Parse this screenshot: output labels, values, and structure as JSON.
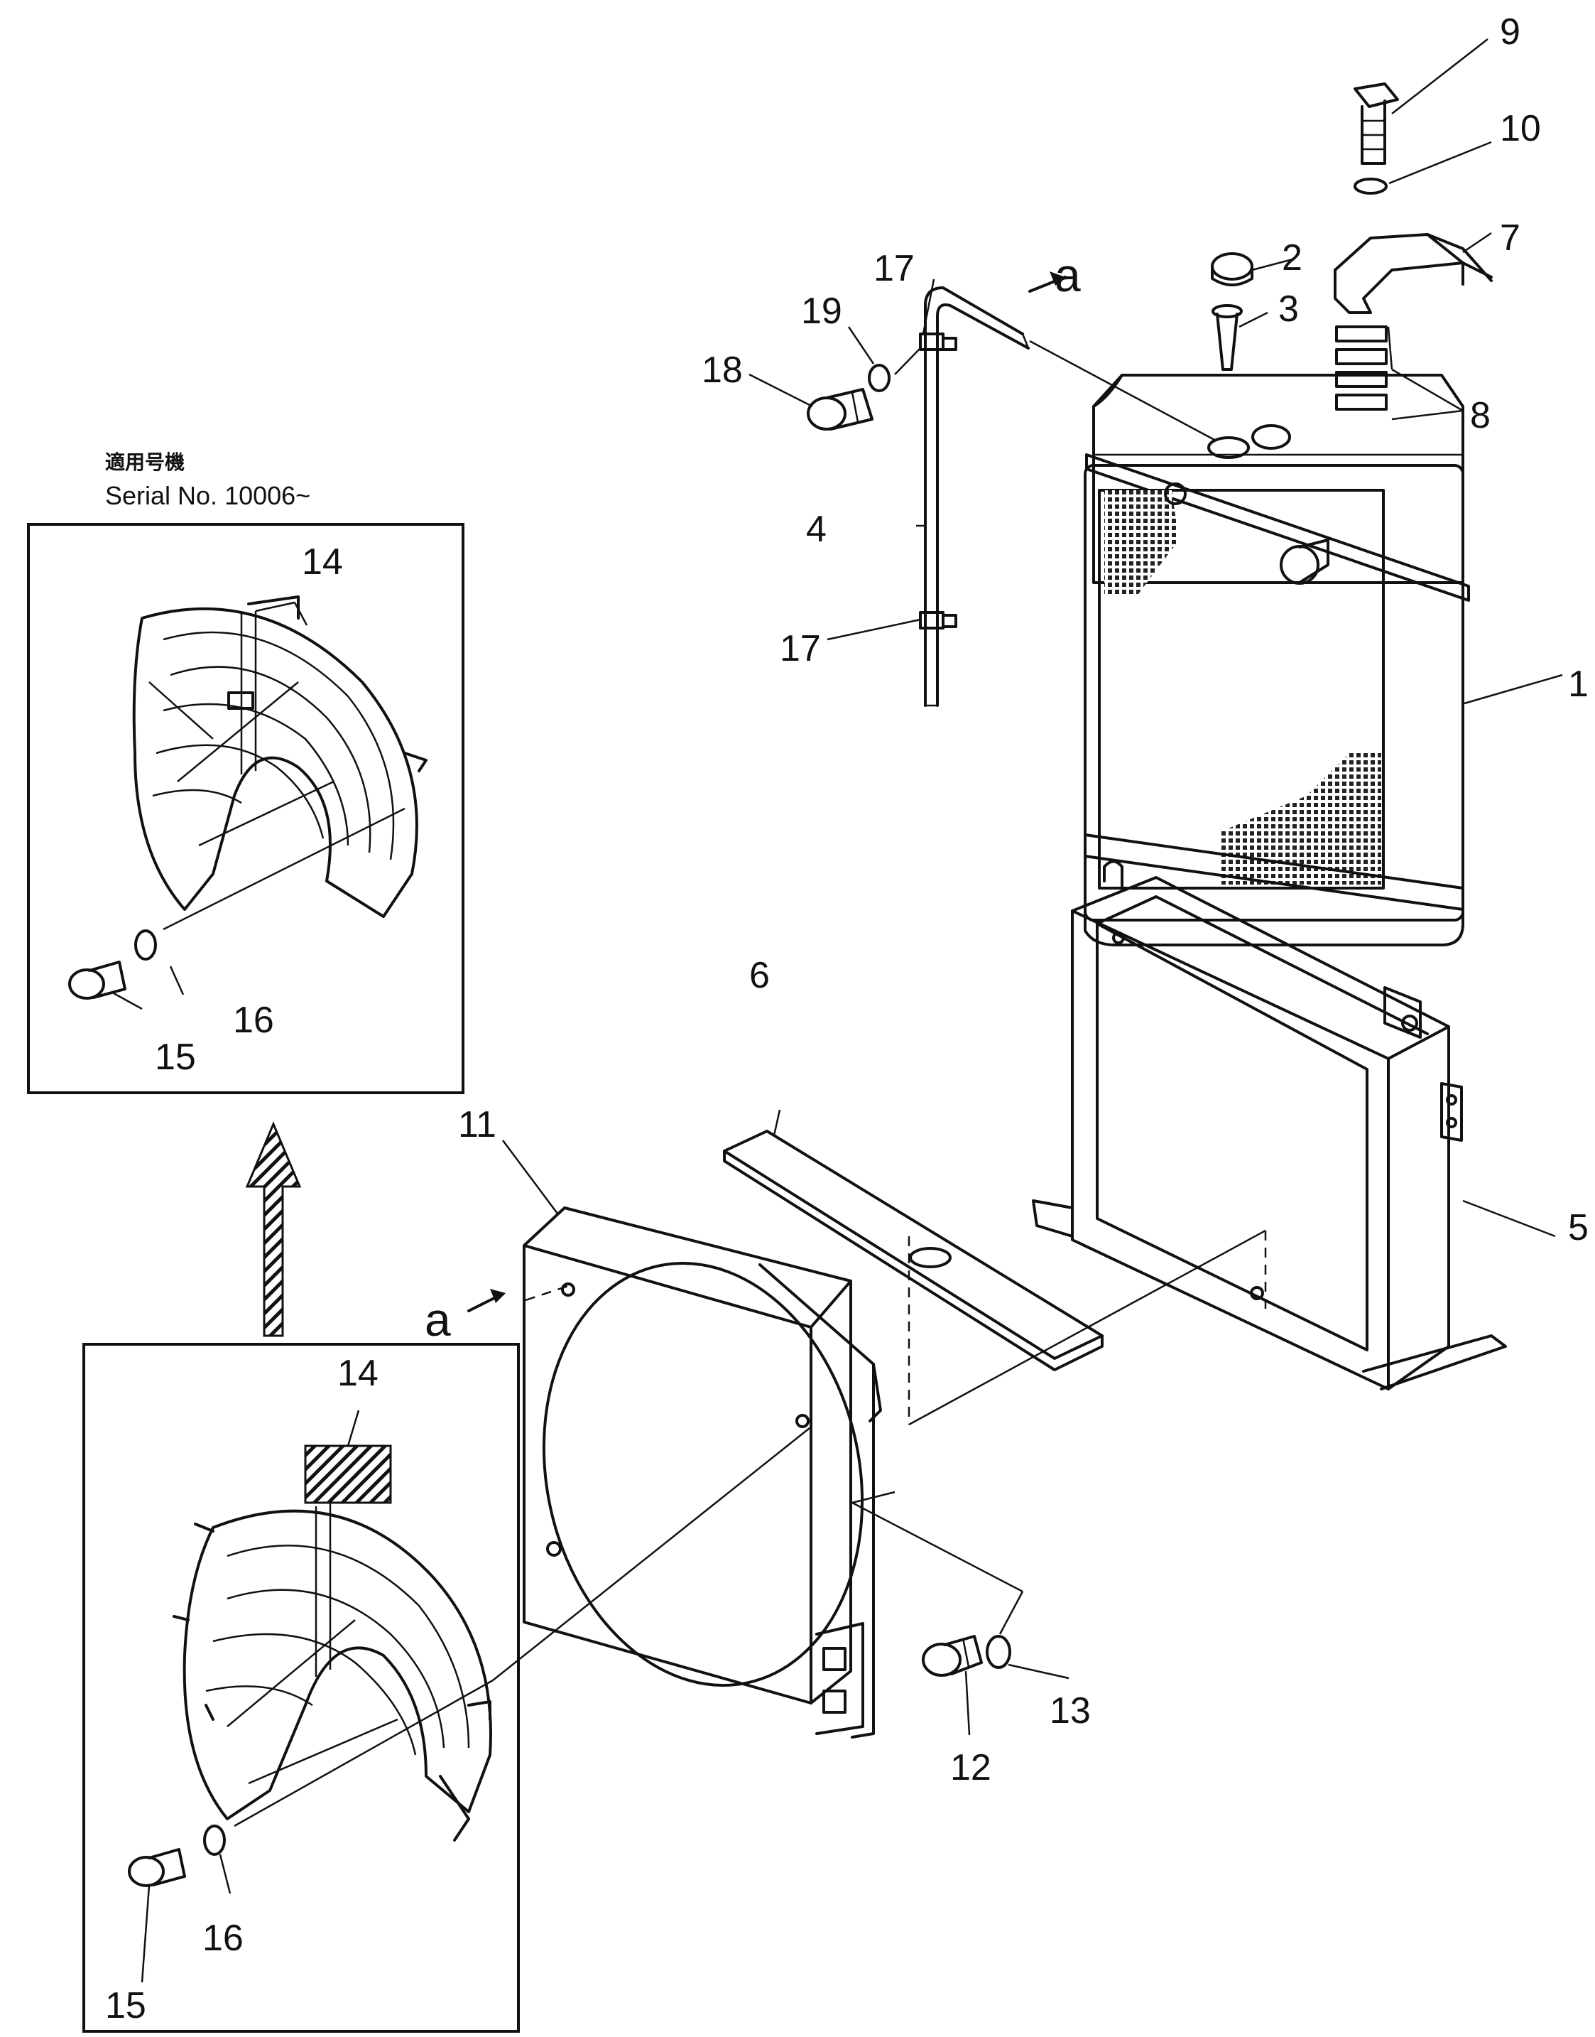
{
  "callouts": {
    "c1": "1",
    "c2": "2",
    "c3": "3",
    "c4": "4",
    "c5": "5",
    "c6": "6",
    "c7": "7",
    "c8": "8",
    "c9": "9",
    "c10": "10",
    "c11": "11",
    "c12": "12",
    "c13": "13",
    "c14_upper": "14",
    "c14_lower": "14",
    "c15_upper": "15",
    "c15_lower": "15",
    "c16_upper": "16",
    "c16_lower": "16",
    "c17_top": "17",
    "c17_bottom": "17",
    "c18": "18",
    "c19": "19",
    "a_top": "a",
    "a_mid": "a"
  },
  "inset": {
    "applicable_label": "適用号機",
    "serial_label": "Serial No. 10006~"
  }
}
